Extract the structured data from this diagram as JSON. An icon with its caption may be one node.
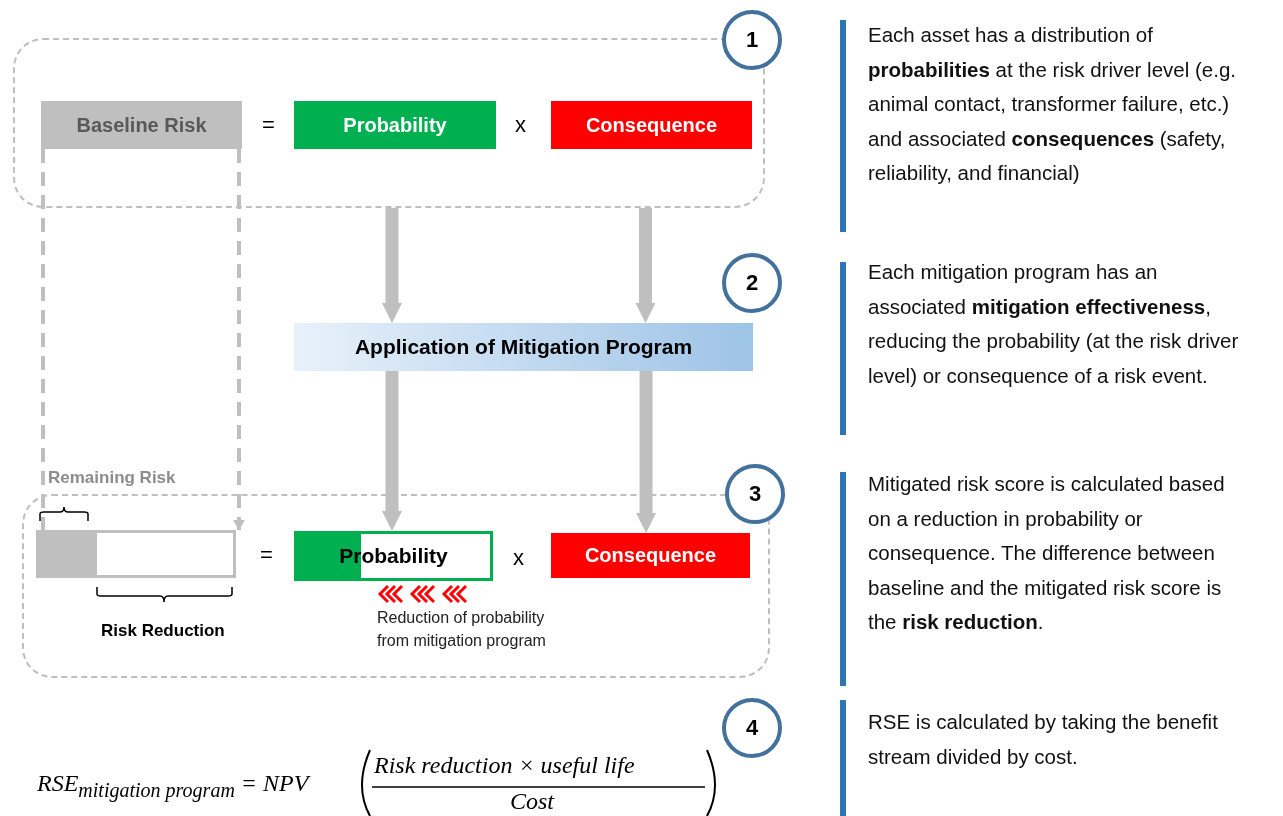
{
  "diagram": {
    "nodes": [
      {
        "text": [],
        "shape": "box"
      },
      {
        "text": [
          "Baseline Risk"
        ],
        "in": 0
      },
      {
        "text": [
          "Probability"
        ],
        "in": 0
      },
      {
        "text": [
          "Consequence"
        ],
        "in": 0
      },
      {
        "text": [
          "Application of Mitigation Program"
        ]
      },
      {
        "text": [],
        "shape": "box"
      },
      {
        "text": [],
        "shape": "bar",
        "in": 5
      },
      {
        "text": [
          "Probability"
        ],
        "in": 5,
        "beside": [
          "Reduction of probability from mitigation program"
        ]
      },
      {
        "text": [
          "Consequence"
        ],
        "in": 5
      },
      {
        "text": [
          "1"
        ]
      },
      {
        "text": [
          "2"
        ]
      },
      {
        "text": [
          "3"
        ]
      },
      {
        "text": [
          "4"
        ]
      }
    ],
    "edges": [
      {
        "from": 2,
        "to": 4,
        "arrow": "to"
      },
      {
        "from": 3,
        "to": 4,
        "arrow": "to"
      },
      {
        "from": 4,
        "to": 7,
        "arrow": "to"
      },
      {
        "from": 4,
        "to": 8,
        "arrow": "to"
      },
      {
        "from": 1,
        "to": 6,
        "arrow": "none",
        "style": "dashed"
      },
      {
        "from": 1,
        "to": 6,
        "arrow": "to",
        "style": "dashed"
      }
    ],
    "labels": [
      "=",
      "x",
      "Remaining Risk",
      "=",
      "x",
      "Risk Reduction",
      "RSE$_{mitigation program}$ = NPV",
      "Risk reduction × useful life",
      "Cost",
      "Each asset has a distribution of **probabilities** at the risk driver level (e.g. animal contact, transformer failure, etc.) and associated **consequences** (safety, reliability, and financial)",
      "Each mitigation program has an associated **mitigation effectiveness**, reducing the probability (at the risk driver level) or consequence of a risk event.",
      "Mitigated risk score is calculated based on a reduction in probability or consequence.  The difference between baseline and the mitigated risk score is the **risk reduction**.",
      "RSE is calculated by taking the benefit stream divided by cost."
    ]
  }
}
